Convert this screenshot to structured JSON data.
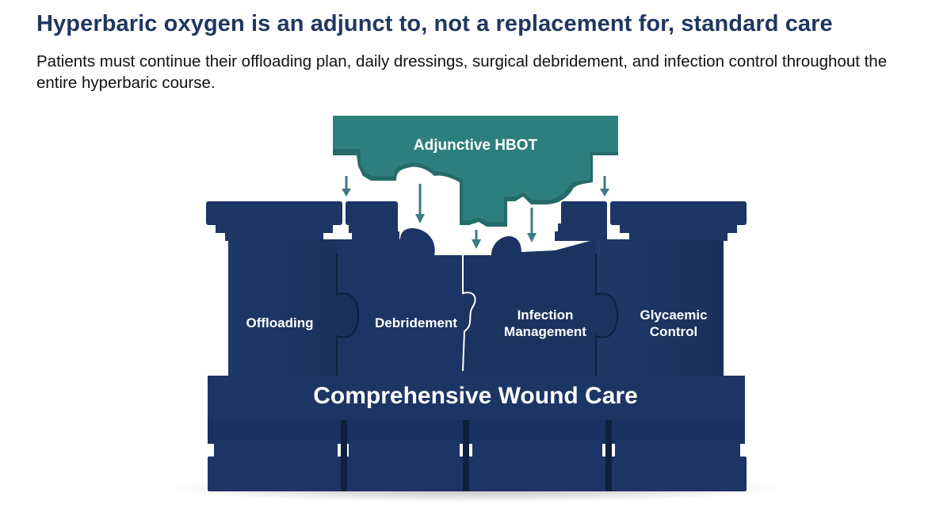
{
  "slide": {
    "title": "Hyperbaric oxygen is an adjunct to, not a replacement for, standard care",
    "subtitle": "Patients must continue their offloading plan, daily dressings, surgical debridement, and infection control throughout the entire hyperbaric course."
  },
  "diagram": {
    "top_piece_label": "Adjunctive HBOT",
    "pillars": [
      {
        "lines": [
          "Offloading"
        ]
      },
      {
        "lines": [
          "Debridement"
        ]
      },
      {
        "lines": [
          "Infection",
          "Management"
        ]
      },
      {
        "lines": [
          "Glycaemic",
          "Control"
        ]
      }
    ],
    "base_label": "Comprehensive Wound Care",
    "colors": {
      "pillar_navy": "#1c3564",
      "pillar_dark": "#13254a",
      "hbot_teal": "#2c7f7c",
      "arrow_teal": "#3d7b85",
      "title_navy": "#1f3760"
    }
  }
}
